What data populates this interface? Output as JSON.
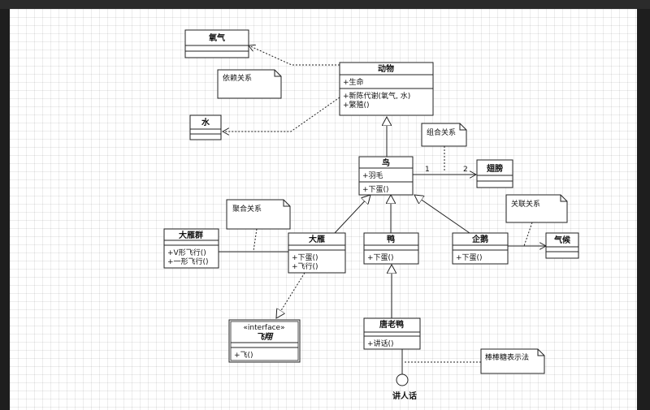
{
  "diagram": {
    "oxygen": {
      "title": "氧气"
    },
    "water": {
      "title": "水"
    },
    "animal": {
      "title": "动物",
      "attrs": [
        "+生命"
      ],
      "ops": [
        "+新陈代谢(氧气, 水)",
        "+繁殖()"
      ]
    },
    "bird": {
      "title": "鸟",
      "attrs": [
        "+羽毛"
      ],
      "ops": [
        "+下蛋()"
      ]
    },
    "wing": {
      "title": "翅膀"
    },
    "flock": {
      "title": "大雁群",
      "ops": [
        "+V形飞行()",
        "+一形飞行()"
      ]
    },
    "goose": {
      "title": "大雁",
      "ops": [
        "+下蛋()",
        "+飞行()"
      ]
    },
    "duck": {
      "title": "鸭",
      "ops": [
        "+下蛋()"
      ]
    },
    "penguin": {
      "title": "企鹅",
      "ops": [
        "+下蛋()"
      ]
    },
    "climate": {
      "title": "气候"
    },
    "fly_iface": {
      "stereotype": "«interface»",
      "title": "飞翔",
      "ops": [
        "+飞()"
      ]
    },
    "donald": {
      "title": "唐老鸭",
      "ops": [
        "+讲话()"
      ]
    },
    "lollipop": {
      "label": "讲人话"
    },
    "notes": {
      "dependency": "依赖关系",
      "composition": "组合关系",
      "aggregation": "聚合关系",
      "association": "关联关系",
      "lollipop": "棒棒糖表示法"
    },
    "multiplicity": {
      "bird_side": "1",
      "wing_side": "2"
    }
  }
}
